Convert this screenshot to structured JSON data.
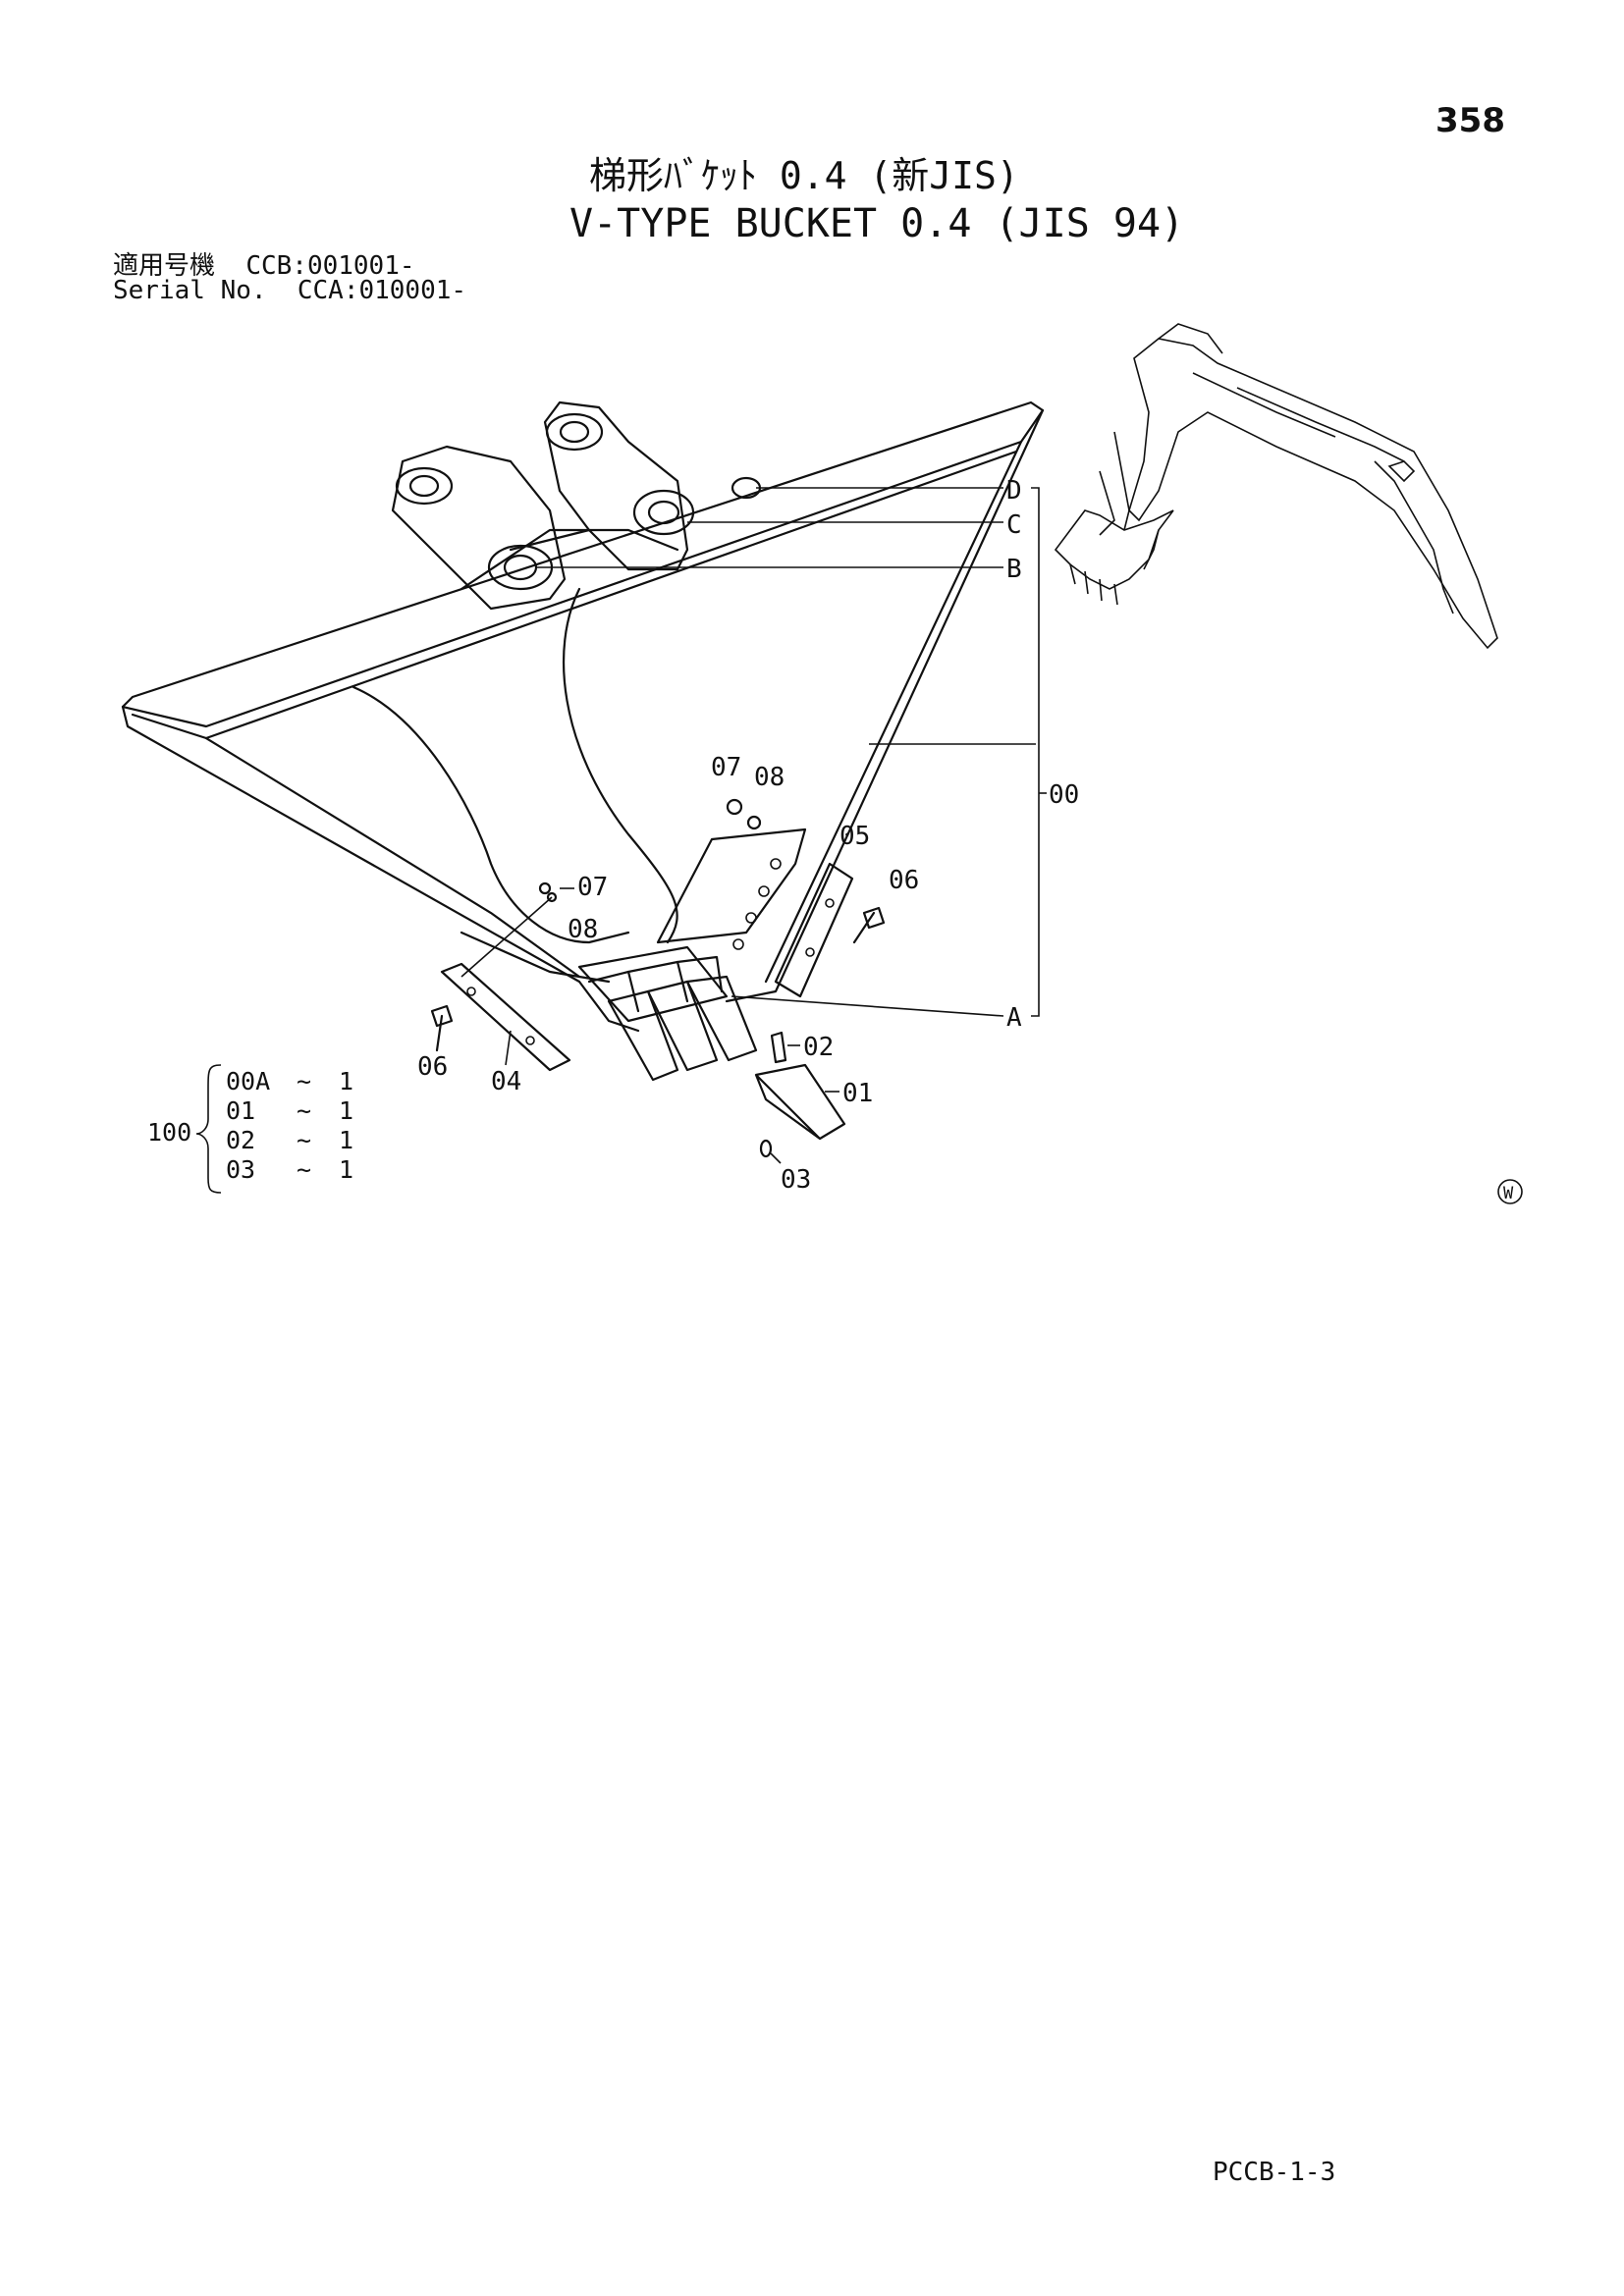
{
  "page_number": "358",
  "title_ja": "梯形ﾊﾞｹｯﾄ 0.4 (新JIS)",
  "title_en": "V-TYPE BUCKET 0.4 (JIS 94)",
  "serial": {
    "label_ja": "適用号機",
    "value_ja": "CCB:001001-",
    "label_en": "Serial No.",
    "value_en": "CCA:010001-"
  },
  "callouts": {
    "D": "D",
    "C": "C",
    "B": "B",
    "A": "A",
    "group": "00",
    "p07a": "07",
    "p08a": "08",
    "p05": "05",
    "p06a": "06",
    "p07b": "07",
    "p08b": "08",
    "p06b": "06",
    "p04": "04",
    "p02": "02",
    "p01": "01",
    "p03": "03"
  },
  "kit": {
    "number": "100",
    "items": [
      {
        "code": "00A",
        "sep": "~",
        "qty": "1"
      },
      {
        "code": "01",
        "sep": "~",
        "qty": "1"
      },
      {
        "code": "02",
        "sep": "~",
        "qty": "1"
      },
      {
        "code": "03",
        "sep": "~",
        "qty": "1"
      }
    ]
  },
  "w_mark": "W",
  "doc_code": "PCCB-1-3"
}
